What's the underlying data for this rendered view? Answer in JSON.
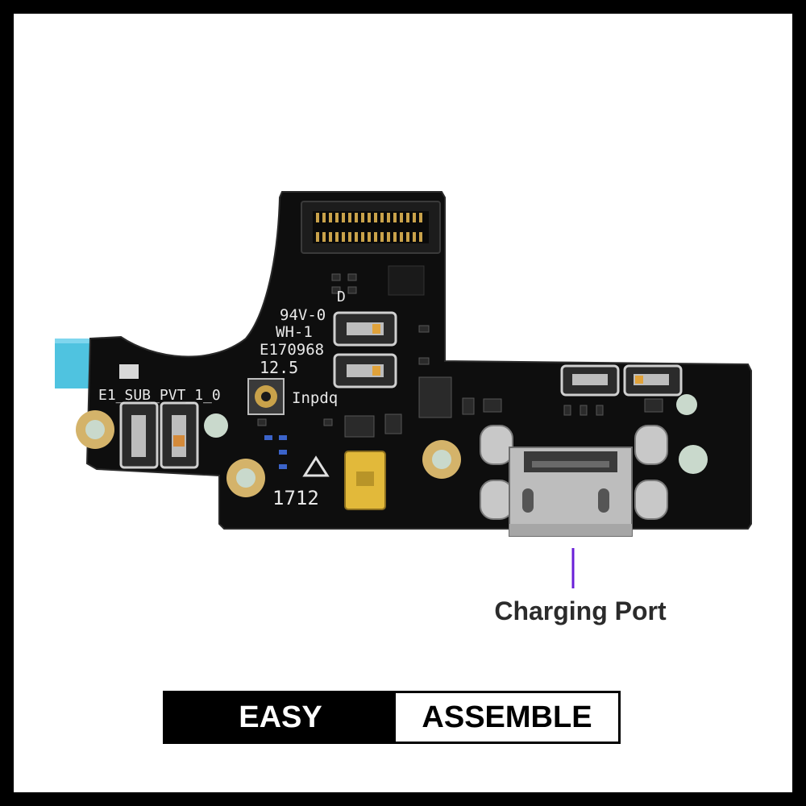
{
  "pcb": {
    "silkscreen": {
      "ul_mark": "D",
      "rating": "94V-0",
      "code": "WH-1",
      "file_no": "E170968",
      "version": "12.5",
      "board_id": "E1_SUB_PVT_1_0",
      "maker": "Inpdq",
      "date_code": "1712"
    }
  },
  "callout": {
    "label": "Charging Port",
    "line_color": "#6a1fd8"
  },
  "banner": {
    "left_text": "EASY",
    "right_text": "ASSEMBLE"
  },
  "colors": {
    "frame": "#000000",
    "board": "#0e0e0e",
    "pad_gold": "#d4b36a",
    "flex_blue": "#4fc3e0"
  }
}
